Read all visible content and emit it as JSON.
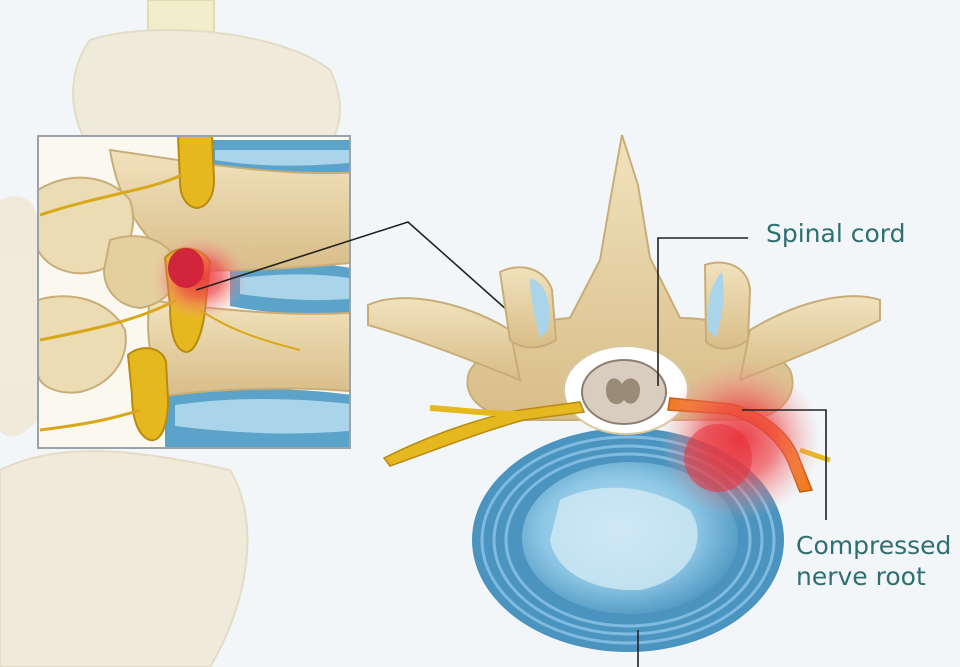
{
  "labels": {
    "spinal_cord": "Spinal cord",
    "compressed_nerve_root_line1": "Compressed",
    "compressed_nerve_root_line2": "nerve root"
  },
  "colors": {
    "background": "#f2f6f8",
    "bone": "#e9d5a8",
    "bone_shadow": "#c9ad78",
    "disc": "#5ba3c9",
    "disc_light": "#a9d4ea",
    "nerve": "#e6b820",
    "nerve_dark": "#b88a10",
    "inflammation": "#e8333c",
    "label_text": "#2f6f73",
    "leader_line": "#222222"
  },
  "icons": [
    "lumbar-spine-side-view",
    "vertebra-top-view",
    "herniated-disc"
  ]
}
